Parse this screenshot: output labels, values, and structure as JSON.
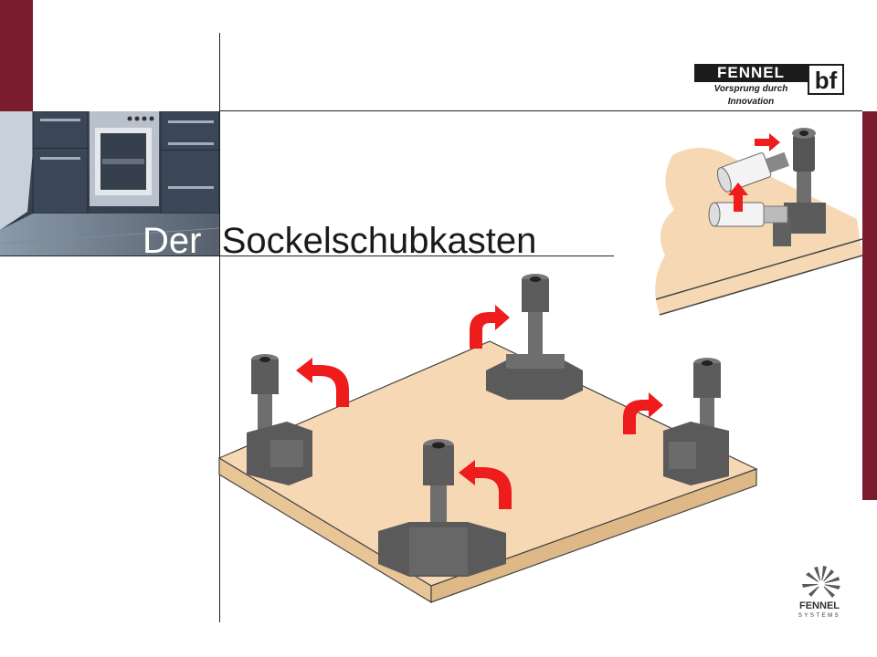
{
  "title": {
    "word1": "Der",
    "word2": "Sockelschubkasten"
  },
  "brand": {
    "name": "FENNEL",
    "tagline": "Vorsprung durch Innovation",
    "mark": "bf"
  },
  "footer_logo": {
    "name": "FENNEL",
    "sub": "SYSTEMS"
  },
  "colors": {
    "accent": "#7a1b2e",
    "board": "#f6d9b4",
    "arrow": "#ee1c1c",
    "part": "#6e6e6e"
  },
  "icons": [
    "kitchen-photo",
    "board-illustration",
    "leveling-foot-icon",
    "rotate-arrow-icon",
    "fennel-systems-icon"
  ]
}
